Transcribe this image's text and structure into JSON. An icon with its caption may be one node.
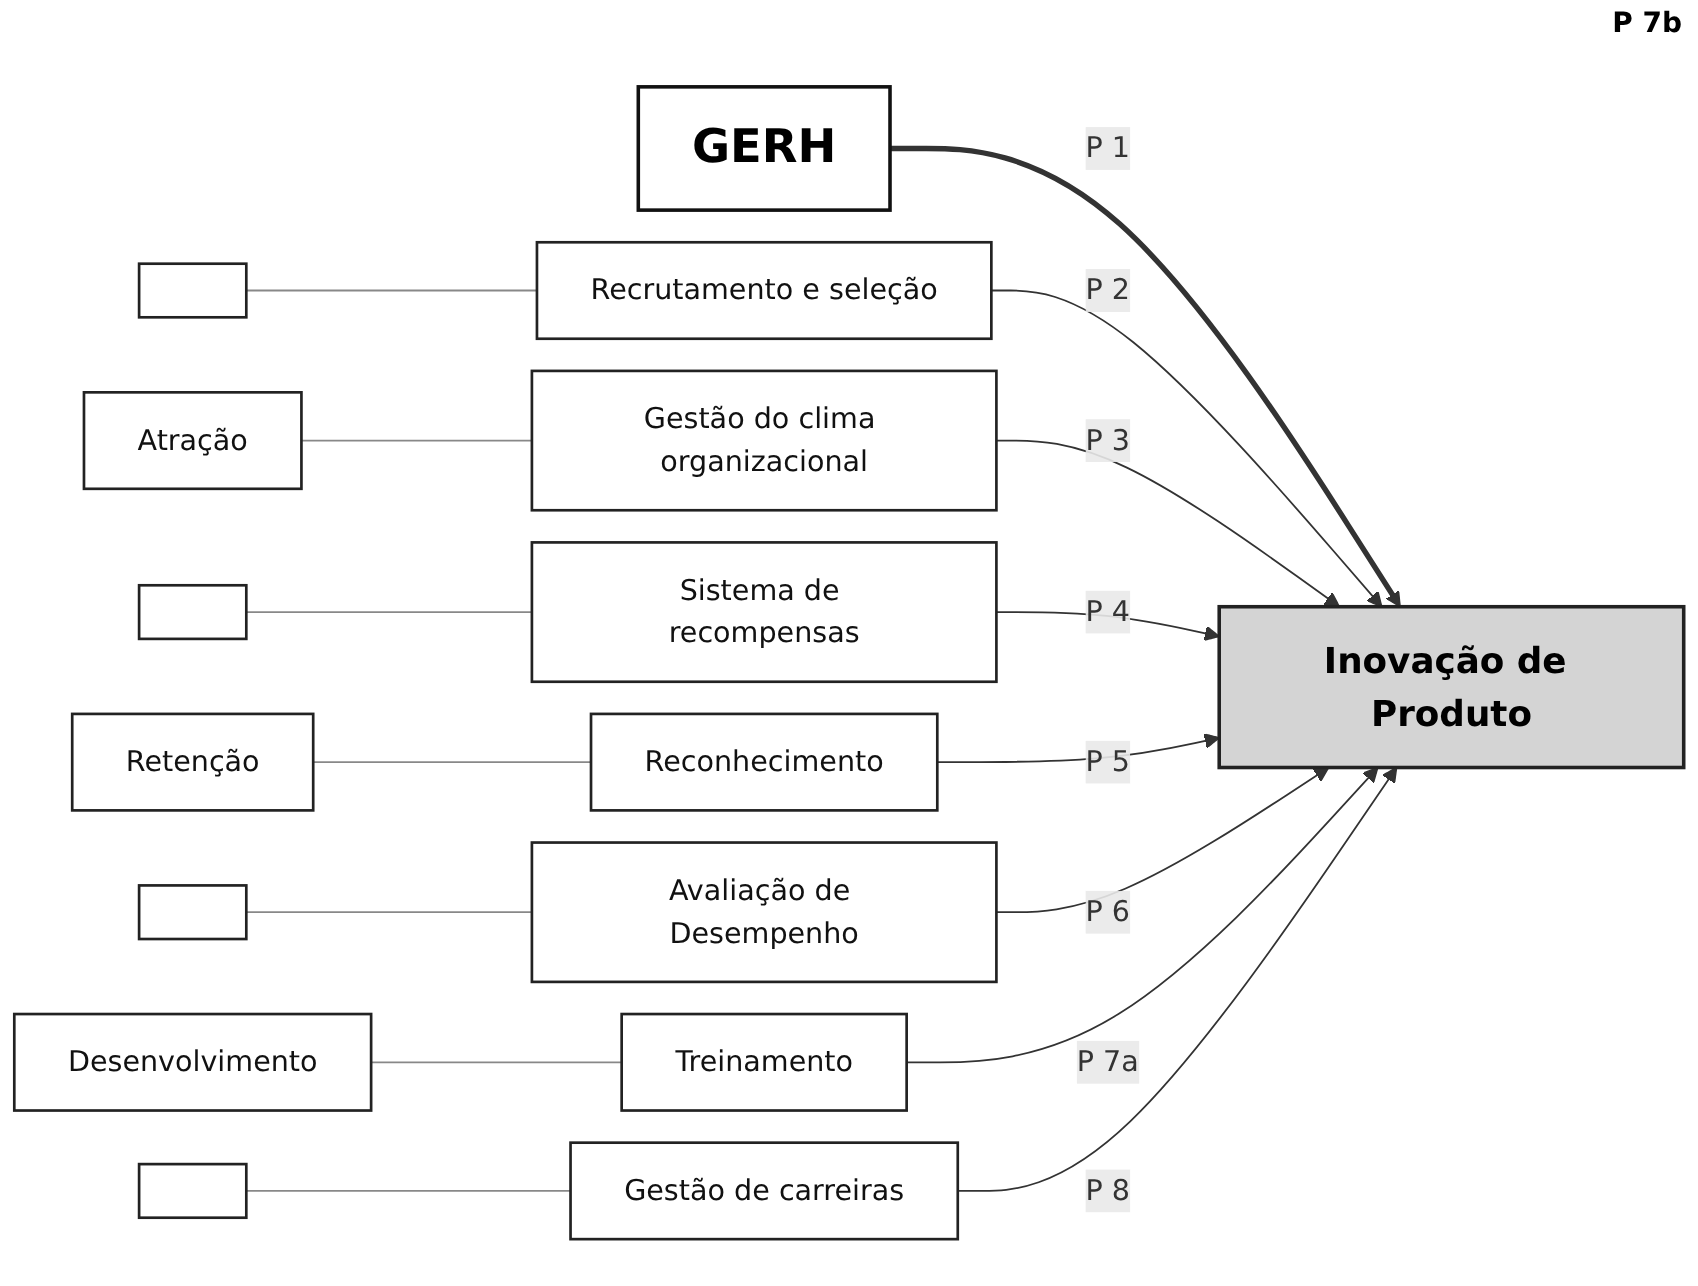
{
  "diagram": {
    "nodes": [
      {
        "text": [
          "GERH"
        ]
      },
      {
        "text": [],
        "shape": "box"
      },
      {
        "text": [
          "Atração"
        ]
      },
      {
        "text": [],
        "shape": "box"
      },
      {
        "text": [
          "Retenção"
        ]
      },
      {
        "text": [],
        "shape": "box"
      },
      {
        "text": [
          "Desenvolvimento"
        ]
      },
      {
        "text": [],
        "shape": "box"
      },
      {
        "text": [
          "Recrutamento e seleção"
        ]
      },
      {
        "text": [
          "Gestão do clima organizacional"
        ]
      },
      {
        "text": [
          "Sistema de recompensas"
        ]
      },
      {
        "text": [
          "Reconhecimento"
        ]
      },
      {
        "text": [
          "Avaliação de Desempenho"
        ]
      },
      {
        "text": [
          "Treinamento"
        ]
      },
      {
        "text": [
          "Gestão de carreiras"
        ]
      },
      {
        "text": [
          "Inovação de Produto"
        ]
      }
    ],
    "edges": [
      {
        "from": 0,
        "to": 15,
        "arrow": "to",
        "label": "P 1",
        "style": "thick"
      },
      {
        "from": 1,
        "to": 8,
        "arrow": "none",
        "color": "#888888"
      },
      {
        "from": 2,
        "to": 9,
        "arrow": "none",
        "color": "#888888"
      },
      {
        "from": 3,
        "to": 10,
        "arrow": "none",
        "color": "#888888"
      },
      {
        "from": 4,
        "to": 11,
        "arrow": "none",
        "color": "#888888"
      },
      {
        "from": 5,
        "to": 12,
        "arrow": "none",
        "color": "#888888"
      },
      {
        "from": 6,
        "to": 13,
        "arrow": "none",
        "color": "#888888"
      },
      {
        "from": 7,
        "to": 14,
        "arrow": "none",
        "color": "#888888"
      },
      {
        "from": 8,
        "to": 15,
        "arrow": "to",
        "label": "P 2"
      },
      {
        "from": 9,
        "to": 15,
        "arrow": "to",
        "label": "P 3"
      },
      {
        "from": 10,
        "to": 15,
        "arrow": "to",
        "label": "P 4"
      },
      {
        "from": 11,
        "to": 15,
        "arrow": "to",
        "label": "P 5"
      },
      {
        "from": 12,
        "to": 15,
        "arrow": "to",
        "label": "P 6"
      },
      {
        "from": 13,
        "to": 15,
        "arrow": "to",
        "label": "P 7a"
      },
      {
        "from": 14,
        "to": 15,
        "arrow": "to",
        "label": "P 8"
      }
    ],
    "labels": [
      "P 7b"
    ]
  }
}
